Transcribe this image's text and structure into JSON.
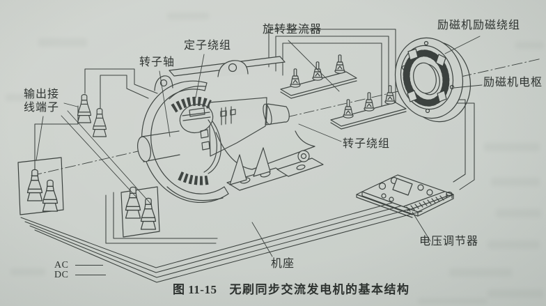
{
  "figure": {
    "number": "图 11-15",
    "title": "无刷同步交流发电机的基本结构"
  },
  "labels": {
    "output_terminals": [
      "输出接",
      "线端子"
    ],
    "rotor_shaft": "转子轴",
    "stator_winding": "定子绕组",
    "rotating_rectifier": "旋转整流器",
    "exciter_field_winding": "励磁机励磁绕组",
    "exciter_armature": "励磁机电枢",
    "rotor_winding": "转子绕组",
    "voltage_regulator": "电压调节器",
    "machine_base": "机座"
  },
  "legend": {
    "ac": "AC",
    "dc": "DC"
  },
  "colors": {
    "paper": "#ccd1cc",
    "line": "#3a403d",
    "text": "#2d322f"
  }
}
